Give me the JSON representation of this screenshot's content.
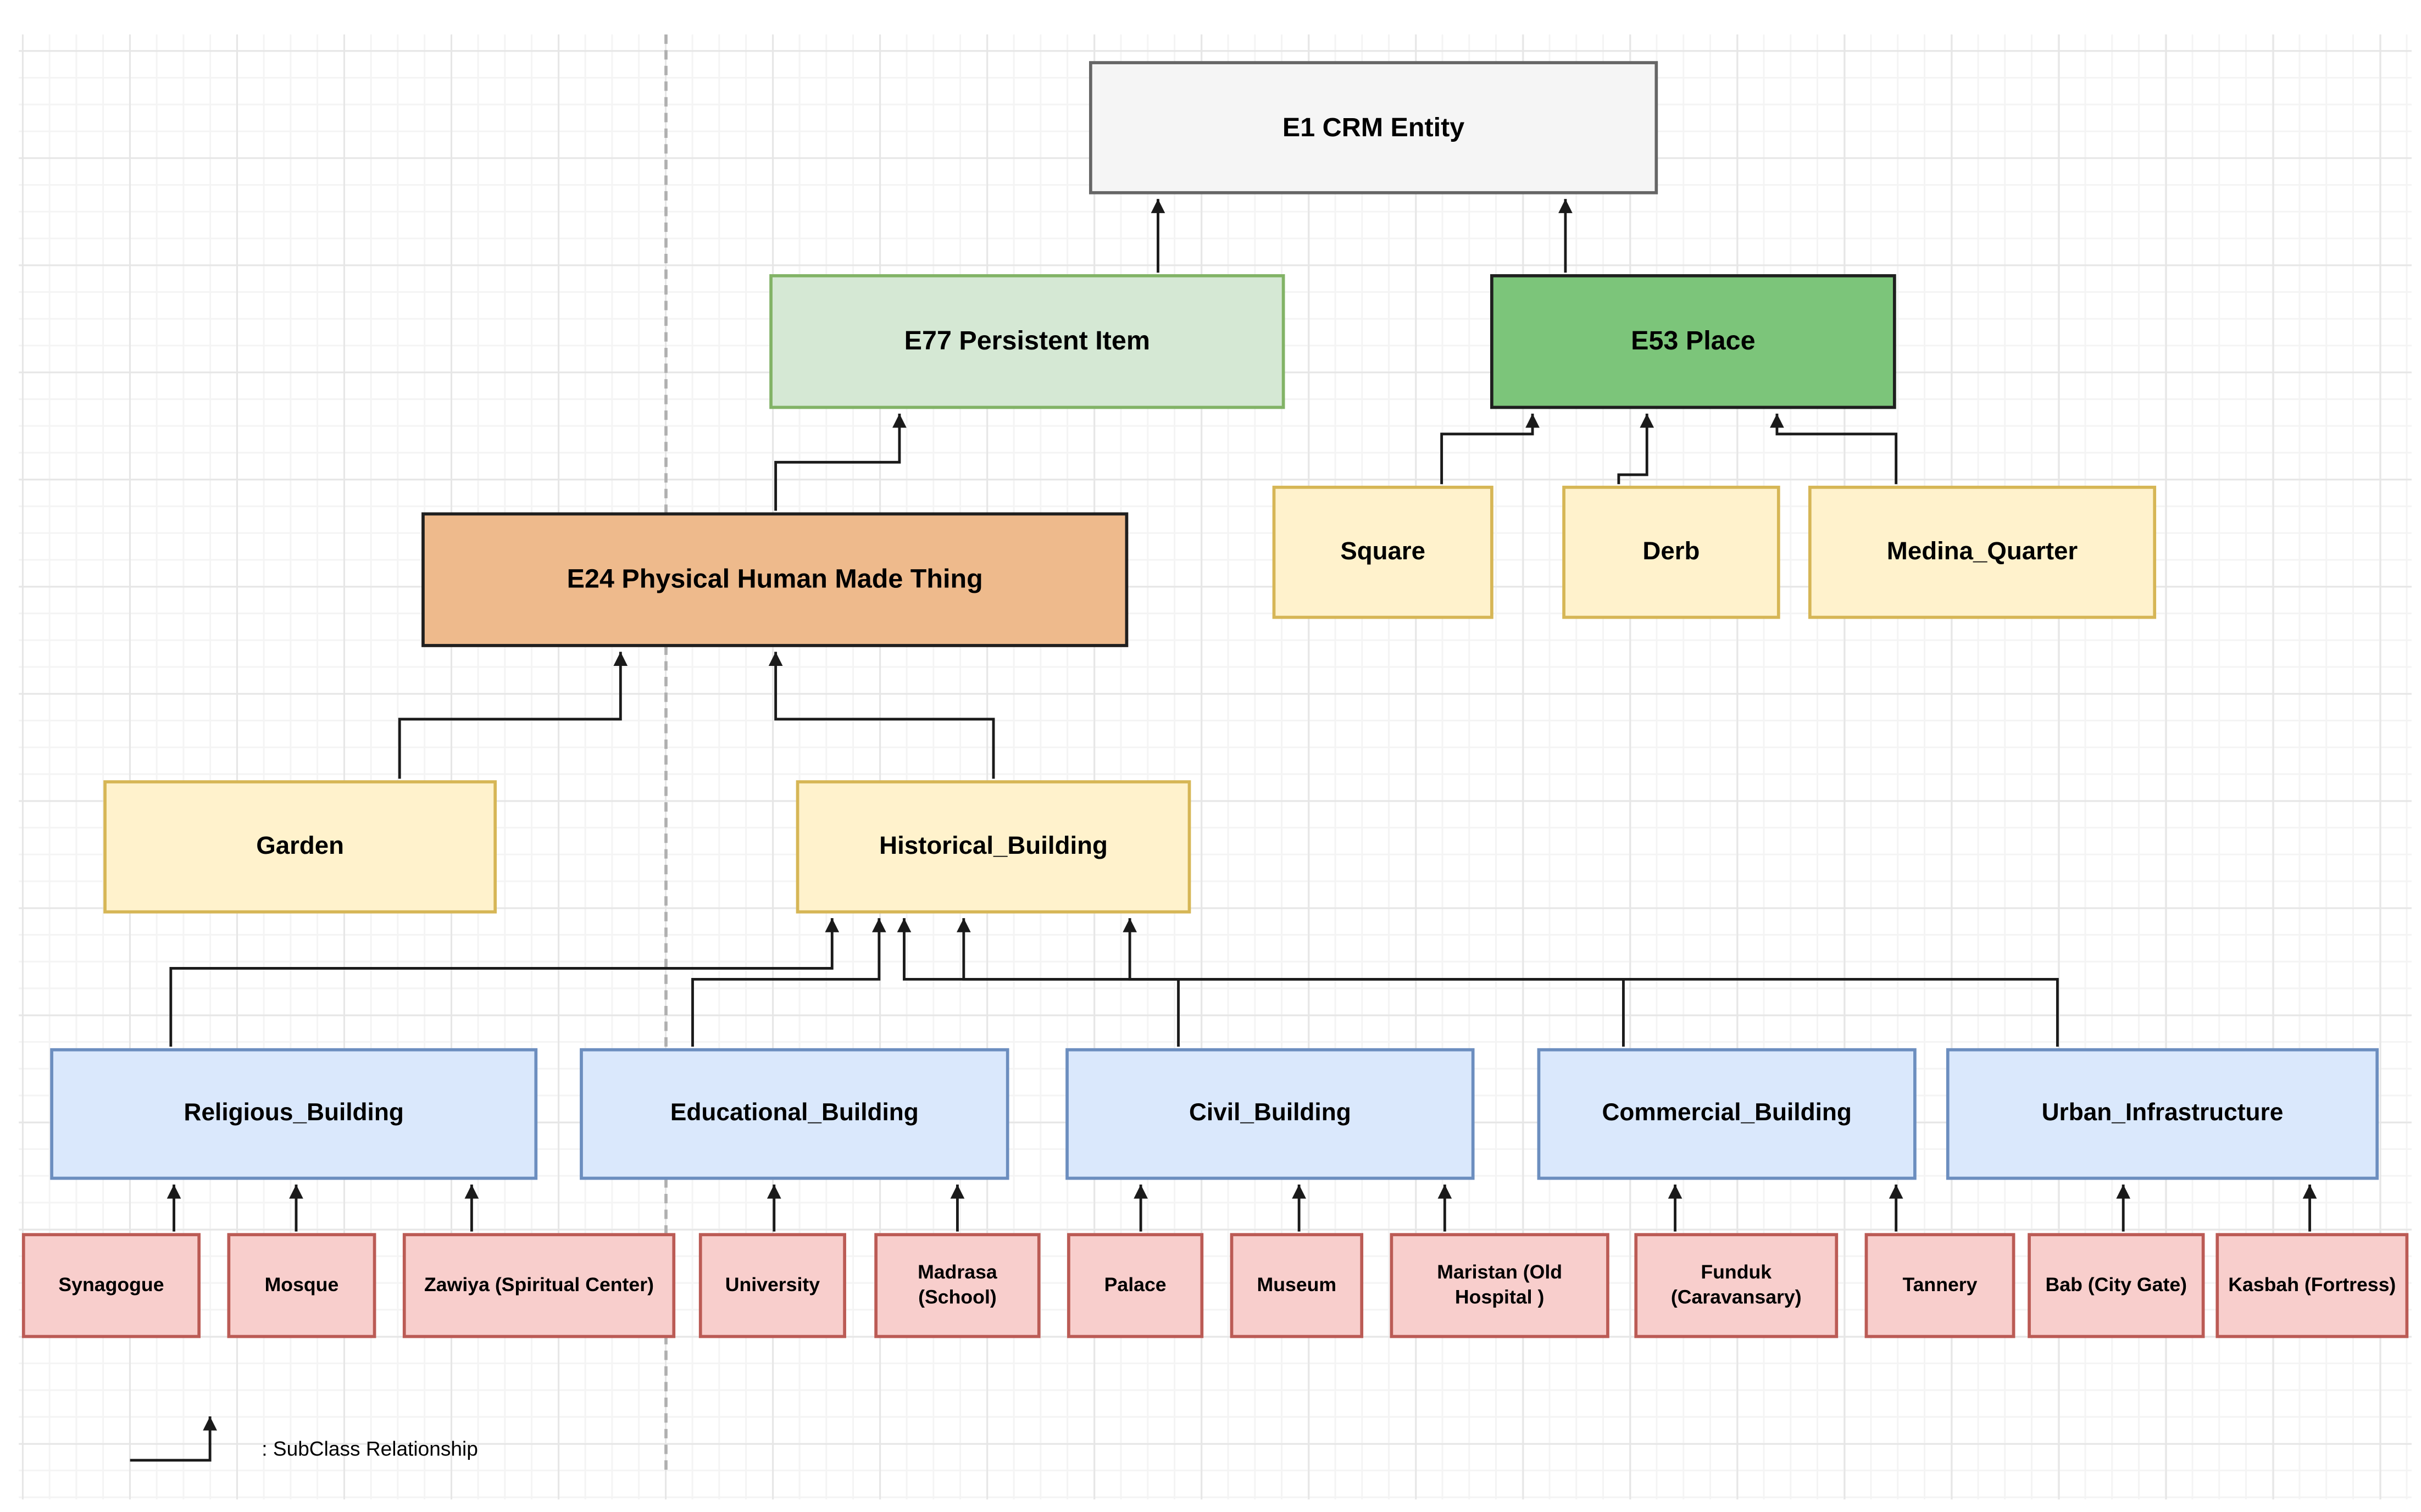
{
  "nodes": {
    "e1": {
      "label": "E1 CRM Entity"
    },
    "e77": {
      "label": "E77 Persistent Item"
    },
    "e53": {
      "label": "E53 Place"
    },
    "e24": {
      "label": "E24 Physical Human Made Thing"
    },
    "square": {
      "label": "Square"
    },
    "derb": {
      "label": "Derb"
    },
    "medina": {
      "label": "Medina_Quarter"
    },
    "garden": {
      "label": "Garden"
    },
    "historical": {
      "label": "Historical_Building"
    }
  },
  "building_categories": [
    {
      "label": "Religious_Building"
    },
    {
      "label": "Educational_Building"
    },
    {
      "label": "Civil_Building"
    },
    {
      "label": "Commercial_Building"
    },
    {
      "label": "Urban_Infrastructure"
    }
  ],
  "leaf_nodes": [
    {
      "label": "Synagogue"
    },
    {
      "label": "Mosque"
    },
    {
      "label": "Zawiya (Spiritual Center)"
    },
    {
      "label": "University"
    },
    {
      "label": "Madrasa (School)"
    },
    {
      "label": "Palace"
    },
    {
      "label": "Museum"
    },
    {
      "label": "Maristan (Old Hospital )"
    },
    {
      "label": "Funduk (Caravansary)"
    },
    {
      "label": "Tannery"
    },
    {
      "label": "Bab (City Gate)"
    },
    {
      "label": "Kasbah (Fortress)"
    }
  ],
  "edges": [
    {
      "from": "E77 Persistent Item",
      "to": "E1 CRM Entity",
      "type": "subclass"
    },
    {
      "from": "E53 Place",
      "to": "E1 CRM Entity",
      "type": "subclass"
    },
    {
      "from": "E24 Physical Human Made Thing",
      "to": "E77 Persistent Item",
      "type": "subclass"
    },
    {
      "from": "Square",
      "to": "E53 Place",
      "type": "subclass"
    },
    {
      "from": "Derb",
      "to": "E53 Place",
      "type": "subclass"
    },
    {
      "from": "Medina_Quarter",
      "to": "E53 Place",
      "type": "subclass"
    },
    {
      "from": "Garden",
      "to": "E24 Physical Human Made Thing",
      "type": "subclass"
    },
    {
      "from": "Historical_Building",
      "to": "E24 Physical Human Made Thing",
      "type": "subclass"
    },
    {
      "from": "Religious_Building",
      "to": "Historical_Building",
      "type": "subclass"
    },
    {
      "from": "Educational_Building",
      "to": "Historical_Building",
      "type": "subclass"
    },
    {
      "from": "Civil_Building",
      "to": "Historical_Building",
      "type": "subclass"
    },
    {
      "from": "Commercial_Building",
      "to": "Historical_Building",
      "type": "subclass"
    },
    {
      "from": "Urban_Infrastructure",
      "to": "Historical_Building",
      "type": "subclass"
    },
    {
      "from": "Synagogue",
      "to": "Religious_Building",
      "type": "subclass"
    },
    {
      "from": "Mosque",
      "to": "Religious_Building",
      "type": "subclass"
    },
    {
      "from": "Zawiya (Spiritual Center)",
      "to": "Religious_Building",
      "type": "subclass"
    },
    {
      "from": "University",
      "to": "Educational_Building",
      "type": "subclass"
    },
    {
      "from": "Madrasa (School)",
      "to": "Educational_Building",
      "type": "subclass"
    },
    {
      "from": "Palace",
      "to": "Civil_Building",
      "type": "subclass"
    },
    {
      "from": "Museum",
      "to": "Civil_Building",
      "type": "subclass"
    },
    {
      "from": "Maristan (Old Hospital )",
      "to": "Civil_Building",
      "type": "subclass"
    },
    {
      "from": "Funduk (Caravansary)",
      "to": "Commercial_Building",
      "type": "subclass"
    },
    {
      "from": "Tannery",
      "to": "Commercial_Building",
      "type": "subclass"
    },
    {
      "from": "Bab (City Gate)",
      "to": "Urban_Infrastructure",
      "type": "subclass"
    },
    {
      "from": "Kasbah (Fortress)",
      "to": "Urban_Infrastructure",
      "type": "subclass"
    }
  ],
  "legend": {
    "label": ": SubClass Relationship"
  },
  "colors": {
    "root_fill": "#f5f5f5",
    "root_border": "#666666",
    "persistent_item_fill": "#d5e8d4",
    "persistent_item_border": "#82b366",
    "place_fill": "#7cc57a",
    "physical_thing_fill": "#eeba8c",
    "place_leaf_fill": "#fff2cc",
    "place_leaf_border": "#d6b656",
    "category_fill": "#dae8fc",
    "category_border": "#6c8ebf",
    "leaf_fill": "#f8cecc",
    "leaf_border": "#bb5b55",
    "arrow": "#1a1a1a"
  }
}
